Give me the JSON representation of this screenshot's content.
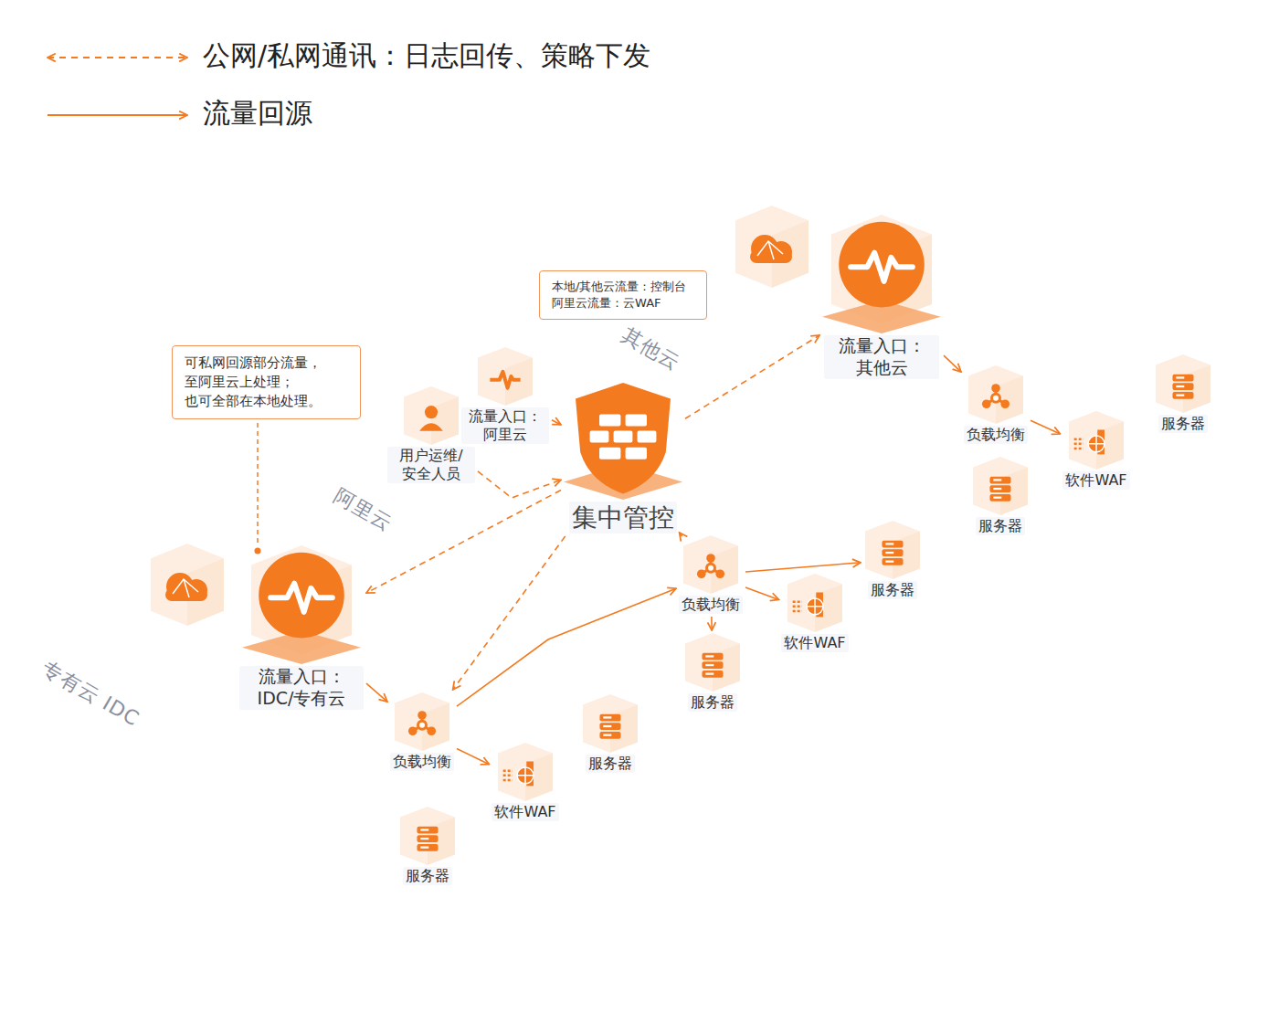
{
  "diagram": {
    "nodes": [
      {
        "text": [
          "其他云"
        ]
      },
      {
        "text": [
          "流量入口： 其他云"
        ],
        "in": 0
      },
      {
        "text": [
          "负载均衡"
        ],
        "in": 0
      },
      {
        "text": [
          "软件WAF"
        ],
        "in": 0
      },
      {
        "text": [
          "服务器"
        ],
        "in": 0
      },
      {
        "text": [
          "服务器"
        ],
        "in": 0
      },
      {
        "text": [
          "阿里云"
        ]
      },
      {
        "text": [
          "用户运维/ 安全人员"
        ],
        "in": 6
      },
      {
        "text": [
          "流量入口： 阿里云"
        ],
        "in": 6
      },
      {
        "text": [
          "集中管控"
        ],
        "in": 6
      },
      {
        "text": [
          "负载均衡"
        ],
        "in": 6
      },
      {
        "text": [
          "软件WAF"
        ],
        "in": 6
      },
      {
        "text": [
          "服务器"
        ],
        "in": 6
      },
      {
        "text": [
          "服务器"
        ],
        "in": 6
      },
      {
        "text": [
          "专有云 IDC"
        ]
      },
      {
        "text": [
          "流量入口： IDC/专有云"
        ],
        "in": 14
      },
      {
        "text": [
          "负载均衡"
        ],
        "in": 14
      },
      {
        "text": [
          "软件WAF"
        ],
        "in": 14
      },
      {
        "text": [
          "服务器"
        ],
        "in": 14
      },
      {
        "text": [
          "服务器"
        ],
        "in": 14
      },
      {
        "text": [
          "可私网回源部分流量， 至阿里云上处理； 也可全部在本地处理。"
        ]
      },
      {
        "text": [
          "本地/其他云流量：控制台",
          "阿里云流量：云WAF"
        ]
      }
    ],
    "edges": [
      {
        "from": 1,
        "to": 2,
        "arrow": "to"
      },
      {
        "from": 2,
        "to": 3,
        "arrow": "to"
      },
      {
        "from": 8,
        "to": 9,
        "arrow": "to"
      },
      {
        "from": 7,
        "to": 9,
        "arrow": "to"
      },
      {
        "from": 9,
        "to": 10,
        "arrow": "to"
      },
      {
        "from": 10,
        "to": 11,
        "arrow": "to"
      },
      {
        "from": 10,
        "to": 12,
        "arrow": "to"
      },
      {
        "from": 10,
        "to": 13,
        "arrow": "to"
      },
      {
        "from": 9,
        "to": 1,
        "arrow": "to"
      },
      {
        "from": 9,
        "to": 15,
        "arrow": "to"
      },
      {
        "from": 9,
        "to": 16,
        "arrow": "to"
      },
      {
        "from": 16,
        "to": 10,
        "arrow": "to"
      },
      {
        "from": 15,
        "to": 16,
        "arrow": "to"
      },
      {
        "from": 16,
        "to": 17,
        "arrow": "to"
      }
    ],
    "legend": [
      {
        "text": "公网/私网通讯：日志回传、策略下发"
      },
      {
        "text": "流量回源"
      }
    ]
  }
}
